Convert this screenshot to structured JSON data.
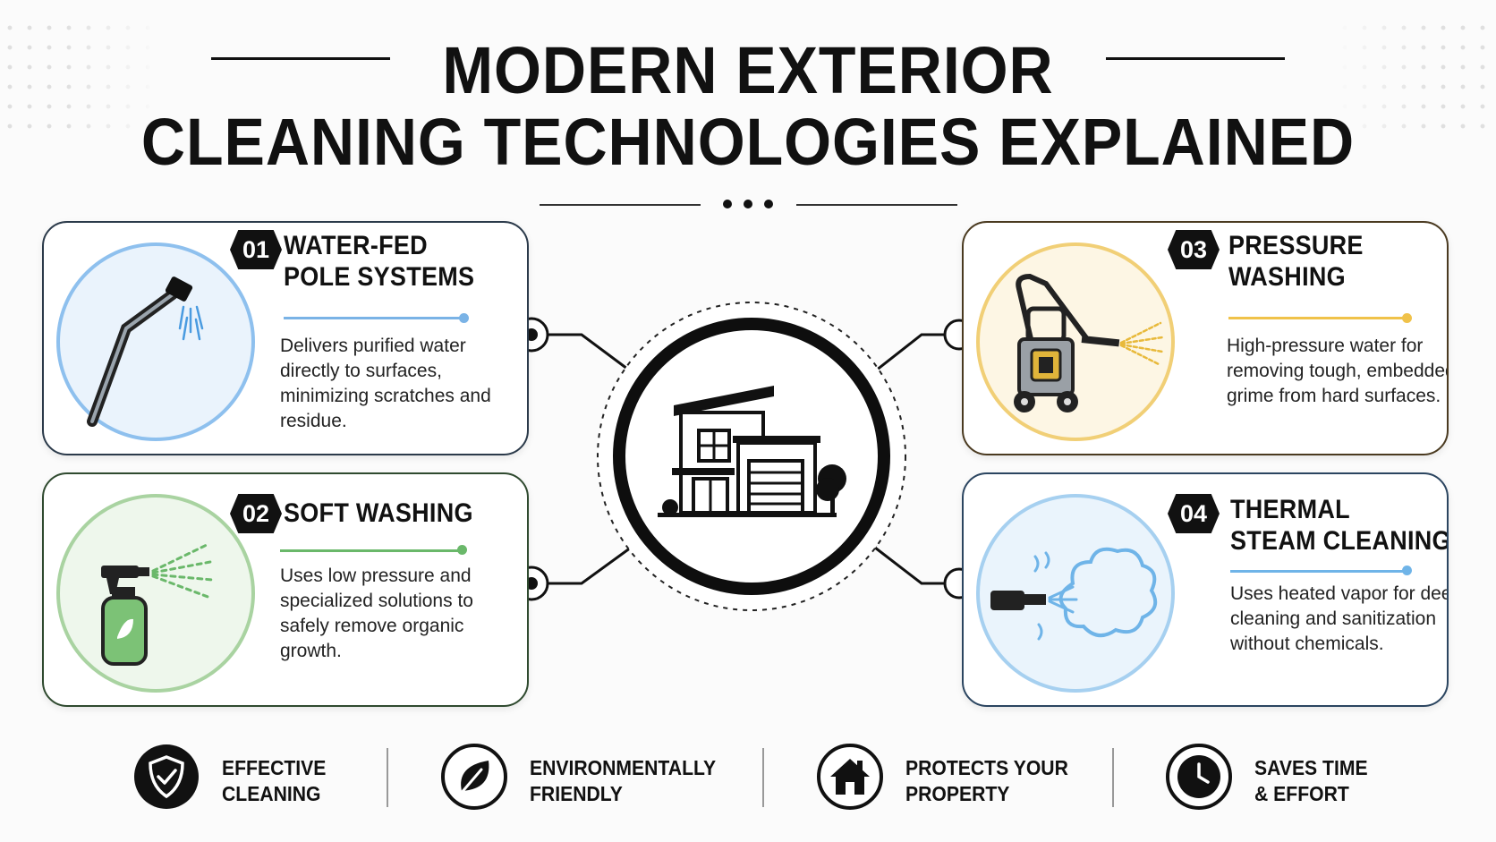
{
  "header": {
    "title_line1": "MODERN EXTERIOR",
    "title_line2": "CLEANING TECHNOLOGIES EXPLAINED"
  },
  "center": {
    "icon": "house-icon"
  },
  "cards": [
    {
      "number": "01",
      "title_line1": "WATER-FED",
      "title_line2": "POLE SYSTEMS",
      "description": "Delivers purified water directly to surfaces, minimizing scratches and residue.",
      "accent": "#7ab3e6",
      "icon": "water-fed-pole-icon"
    },
    {
      "number": "02",
      "title_line1": "SOFT WASHING",
      "title_line2": "",
      "description": "Uses low pressure and specialized solutions to safely remove organic growth.",
      "accent": "#6ab86a",
      "icon": "spray-bottle-icon"
    },
    {
      "number": "03",
      "title_line1": "PRESSURE",
      "title_line2": "WASHING",
      "description": "High-pressure water for removing tough, embedded grime from hard surfaces.",
      "accent": "#f0c24a",
      "icon": "pressure-washer-icon"
    },
    {
      "number": "04",
      "title_line1": "THERMAL",
      "title_line2": "STEAM CLEANING",
      "description": "Uses heated vapor for deep cleaning and sanitization without chemicals.",
      "accent": "#6fb4e8",
      "icon": "steam-nozzle-icon"
    }
  ],
  "benefits": [
    {
      "line1": "EFFECTIVE",
      "line2": "CLEANING",
      "icon": "shield-check-icon"
    },
    {
      "line1": "ENVIRONMENTALLY",
      "line2": "FRIENDLY",
      "icon": "leaf-icon"
    },
    {
      "line1": "PROTECTS YOUR",
      "line2": "PROPERTY",
      "icon": "home-icon"
    },
    {
      "line1": "SAVES TIME",
      "line2": "& EFFORT",
      "icon": "clock-icon"
    }
  ]
}
